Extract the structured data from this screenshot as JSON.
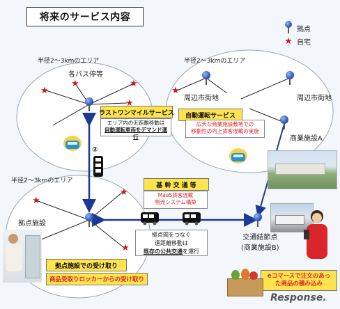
{
  "title": "将来のサービス内容",
  "legend": {
    "hub": "拠点",
    "home": "自宅"
  },
  "area_labels": {
    "top_left": "半径2～3kmのエリア",
    "top_right": "半径2～3kmのエリア",
    "mid_left": "半径2～3kmのエリア"
  },
  "places": {
    "bus_stops": "各バス停等",
    "city_center_1": "周辺市街地",
    "city_center_2": "周辺市街地",
    "commercial_a": "商業施設A",
    "hub_facility": "拠点施設",
    "transit_node": "交通結節点",
    "transit_node_sub": "(商業施設B)"
  },
  "circle_number": "②",
  "boxes": {
    "last_mile": {
      "title": "ラストワンマイルサービス",
      "line1": "エリア内の近距離移動は",
      "line2": "自動運転車両をデマンド運行"
    },
    "autonomous": {
      "title": "自動運転サービス",
      "line1": "広大な商業施設敷地での",
      "line2": "移動性の向上貨客混載の実施"
    },
    "trunk": {
      "title": "基 幹 交 通 等",
      "line1": "MaaS貨客混載",
      "line2": "物流システム構築"
    },
    "long_distance": {
      "line1": "拠点間をつなぐ",
      "line2": "遠距離移動は",
      "line3_a": "既存の公共交通",
      "line3_b": "を運行"
    },
    "pickup": {
      "title": "拠点施設での受け取り",
      "line1": "商品受取りロッカーからの受け取り"
    },
    "ecommerce": {
      "line1": "eコマースで注文のあっ",
      "line2": "た商品の積み込み"
    }
  },
  "watermark": "Response.",
  "colors": {
    "accent_yellow": "#ffe44d",
    "arrow_blue": "#1d3a93",
    "star_red": "#cc1a1a",
    "text_red": "#d8262a"
  }
}
